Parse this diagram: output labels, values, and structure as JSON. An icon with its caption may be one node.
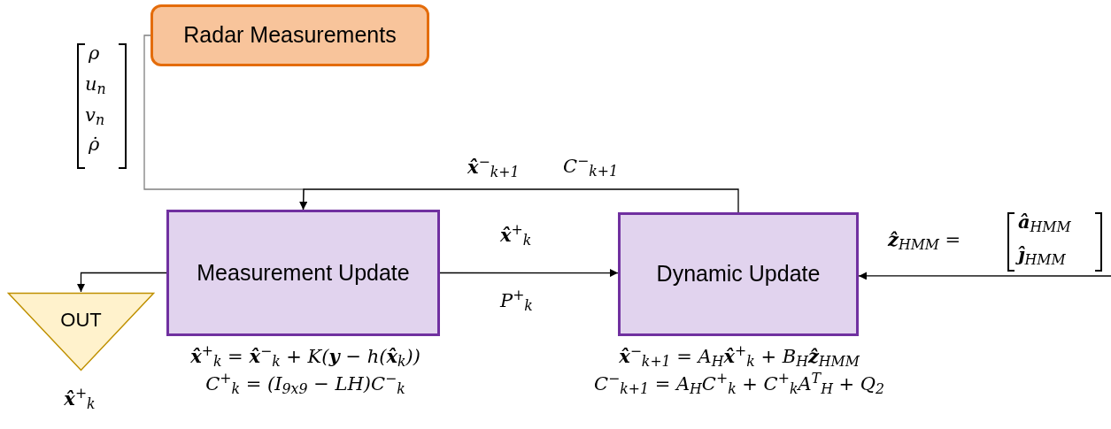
{
  "diagram": {
    "nodes": [
      {
        "text": [
          "Radar Measurements"
        ]
      },
      {
        "text": [
          "Measurement Update"
        ],
        "beside": [
          "**x̂**$^{+}$$_{k}$ = **x̂**$^{−}$$_{k}$ + K(**y** − h(**x̂**$_{k}$))",
          "C$^{+}$$_{k}$ = (I$_{9x9}$ − LH)C$^{−}$$_{k}$"
        ]
      },
      {
        "text": [
          "Dynamic Update"
        ],
        "beside": [
          "**x̂**$^{−}$$_{k+1}$ = A$_{H}$**x̂**$^{+}$$_{k}$ + B$_{H}$**ẑ**$_{HMM}$",
          "C$^{−}$$_{k+1}$ = A$_{H}$C$^{+}$$_{k}$ + C$^{+}$$_{k}$A$^{T}$$_{H}$ + Q$_{2}$"
        ]
      },
      {
        "text": [
          "OUT"
        ],
        "beside": [
          "**x̂**$^{+}$$_{k}$"
        ]
      }
    ],
    "edges": [
      {
        "from": 0,
        "to": 1,
        "arrow": "to",
        "color": "#808080"
      },
      {
        "from": 2,
        "to": 1,
        "arrow": "to",
        "label": "**x̂**$^{−}$$_{k+1}$"
      },
      {
        "from": 1,
        "to": 2,
        "arrow": "to",
        "label": "**x̂**$^{+}$$_{k}$"
      },
      {
        "from": null,
        "to": 2,
        "arrow": "to"
      },
      {
        "from": 1,
        "to": 3,
        "arrow": "to"
      }
    ],
    "labels": [
      "ρ",
      "u$_{n}$",
      "v$_{n}$",
      "ρ̇",
      "C$^{−}$$_{k+1}$",
      "**ẑ**$_{HMM}$ =",
      "**â**$_{HMM}$",
      "**ĵ**$_{HMM}$",
      "P$^{+}$$_{k}$"
    ]
  }
}
